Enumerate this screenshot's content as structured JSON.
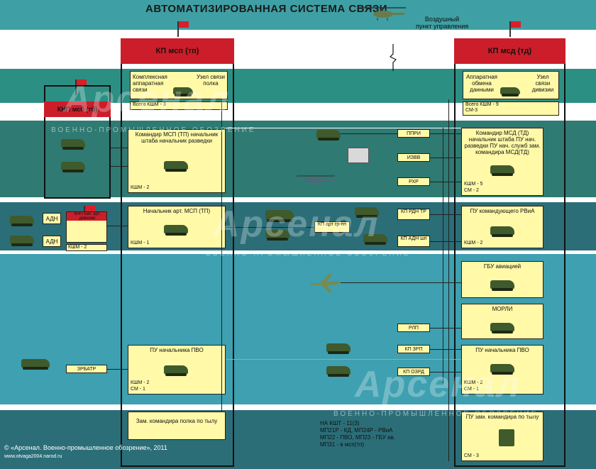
{
  "title": "АВТОМАТИЗИРОВАННАЯ   СИСТЕМА СВЯЗИ",
  "air_cp": [
    "Воздушный",
    "пункт управления"
  ],
  "panels": {
    "left": "КП мсп (тп)",
    "right": "КП мсд (тд)",
    "mid": "КНП мсб (тб)"
  },
  "left_boxes": {
    "comm": {
      "label1": "Комплексная аппаратная связи",
      "label2": "Узел связи полка",
      "count": "Всего КШМ - 3"
    },
    "cmd": {
      "label": "Командир МСП (ТП) начальник штаба начальник разведки",
      "count": "КШМ - 2"
    },
    "art": {
      "label": "Начальник арт. МСП (ТП)",
      "count": "КШМ - 1"
    },
    "pvo": {
      "label": "ПУ начальника ПВО",
      "count1": "КШМ - 2",
      "count2": "СМ - 1"
    },
    "rear": {
      "label": "Зам. командира полка по тылу"
    }
  },
  "right_boxes": {
    "comm": {
      "label1": "Аппаратная обмена данными",
      "label2": "Узел связи дивизии",
      "count1": "Всего КШМ - 9",
      "count2": "СМ-3"
    },
    "cmd": {
      "label": "Командир МСД (ТД) начальник штаба ПУ нач. разведки ПУ нач. служб зам. командира МСД(ТД)",
      "count1": "КШМ - 5",
      "count2": "СМ - 2"
    },
    "rvia": {
      "label": "ПУ командующего РВиА",
      "count": "КШМ - 2"
    },
    "gbu": {
      "label": "ГБУ авиацией"
    },
    "morli": {
      "label": "МОРЛИ"
    },
    "pvo": {
      "label": "ПУ начальника ПВО",
      "count1": "КШМ - 2",
      "count2": "СМ - 1"
    },
    "rear": {
      "label": "ПУ зам. командира по тылу",
      "count": "СМ - 3"
    }
  },
  "mid_units": {
    "adn1": "АДН",
    "adn2": "АДН",
    "knp": "КНП нач. арт. дивизии",
    "knp_count": "КШМ - 2",
    "zrbatr": "ЗРБАТР"
  },
  "center_units": {
    "ppri": "ППРИ",
    "izvb": "ИЗВВ",
    "rhr": "РХР",
    "kp_rdn": "КП РДН ТР",
    "kp_art": "КП арт гр-пп",
    "kp_adn": "КП АДН шп",
    "rlp": "РЛП",
    "kp_zrp": "КП ЗРП",
    "kp_ozrd": "КП ОЗРД"
  },
  "note": [
    "НА КШТ - 11(3)",
    "МП21Р - КД, МП24Р - РВиА",
    "МП22 - ПВО, МП23 - ГБУ ав.",
    "МП31 - в мсп(тп)"
  ],
  "copyright": "©  «Арсенал. Военно-промышленное обозрение», 2011",
  "copyright_url": "www.otvaga2004.narod.ru",
  "watermark": "Арсенал",
  "watermark_sub": "ВОЕННО-ПРОМЫШЛЕННОЕ ОБОЗРЕНИЕ",
  "colors": {
    "accent": "#cc1d2a",
    "box": "#fff9a8",
    "teal": "#3ea0a4"
  }
}
